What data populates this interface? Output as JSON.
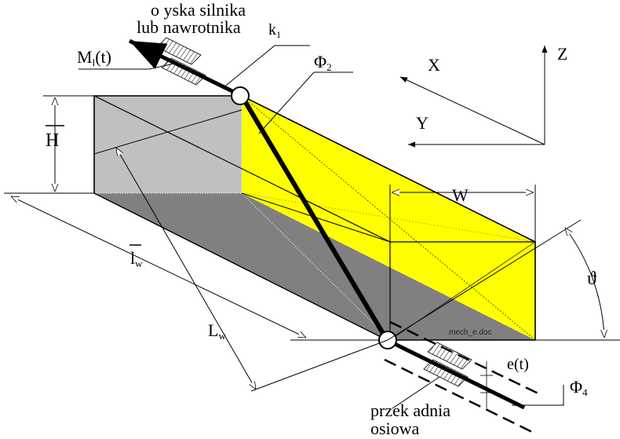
{
  "labels": {
    "top_line1": "o  yska silnika",
    "top_line2": "lub nawrotnika",
    "k1": "k",
    "k1_sub": "1",
    "moment": "M",
    "moment_sub": "l",
    "moment_arg": "(t)",
    "phi2": "Φ",
    "phi2_sub": "2",
    "axis_x": "X",
    "axis_y": "Y",
    "axis_z": "Z",
    "height": "H",
    "width": "W",
    "length_w": "l",
    "length_w_sub": "w",
    "length_L": "L",
    "length_L_sub": "w",
    "angle": "ϑ",
    "eccentric": "e(t)",
    "phi4": "Φ",
    "phi4_sub": "4",
    "bottom_line1": "przek  adnia",
    "bottom_line2": "osiowa",
    "file_mark": "mech_e.doc"
  },
  "colors": {
    "gray_light": "#c0c0c0",
    "gray_dark": "#808080",
    "yellow": "#ffff00",
    "line": "#000000"
  }
}
